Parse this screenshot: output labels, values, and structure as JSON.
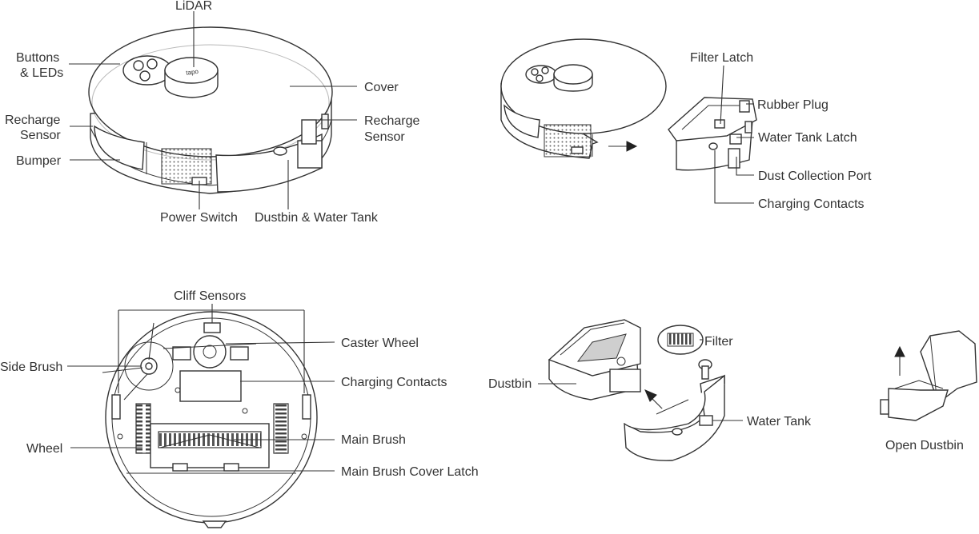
{
  "colors": {
    "line": "#333333",
    "background": "#ffffff",
    "filter_fill": "#cfcfcf"
  },
  "labels": {
    "lidar": "LiDAR",
    "buttons_leds_1": "Buttons",
    "buttons_leds_2": "& LEDs",
    "cover": "Cover",
    "recharge_sensor_left_1": "Recharge",
    "recharge_sensor_left_2": "Sensor",
    "recharge_sensor_right_1": "Recharge",
    "recharge_sensor_right_2": "Sensor",
    "bumper": "Bumper",
    "power_switch": "Power Switch",
    "dustbin_water_tank": "Dustbin & Water Tank",
    "filter_latch": "Filter Latch",
    "rubber_plug": "Rubber Plug",
    "water_tank_latch": "Water Tank Latch",
    "dust_collection_port": "Dust Collection Port",
    "charging_contacts_top": "Charging Contacts",
    "cliff_sensors": "Cliff Sensors",
    "caster_wheel": "Caster Wheel",
    "side_brush": "Side Brush",
    "charging_contacts_bottom": "Charging Contacts",
    "wheel": "Wheel",
    "main_brush": "Main Brush",
    "main_brush_cover_latch": "Main Brush Cover Latch",
    "filter": "Filter",
    "dustbin": "Dustbin",
    "water_tank": "Water Tank",
    "open_dustbin": "Open Dustbin"
  }
}
